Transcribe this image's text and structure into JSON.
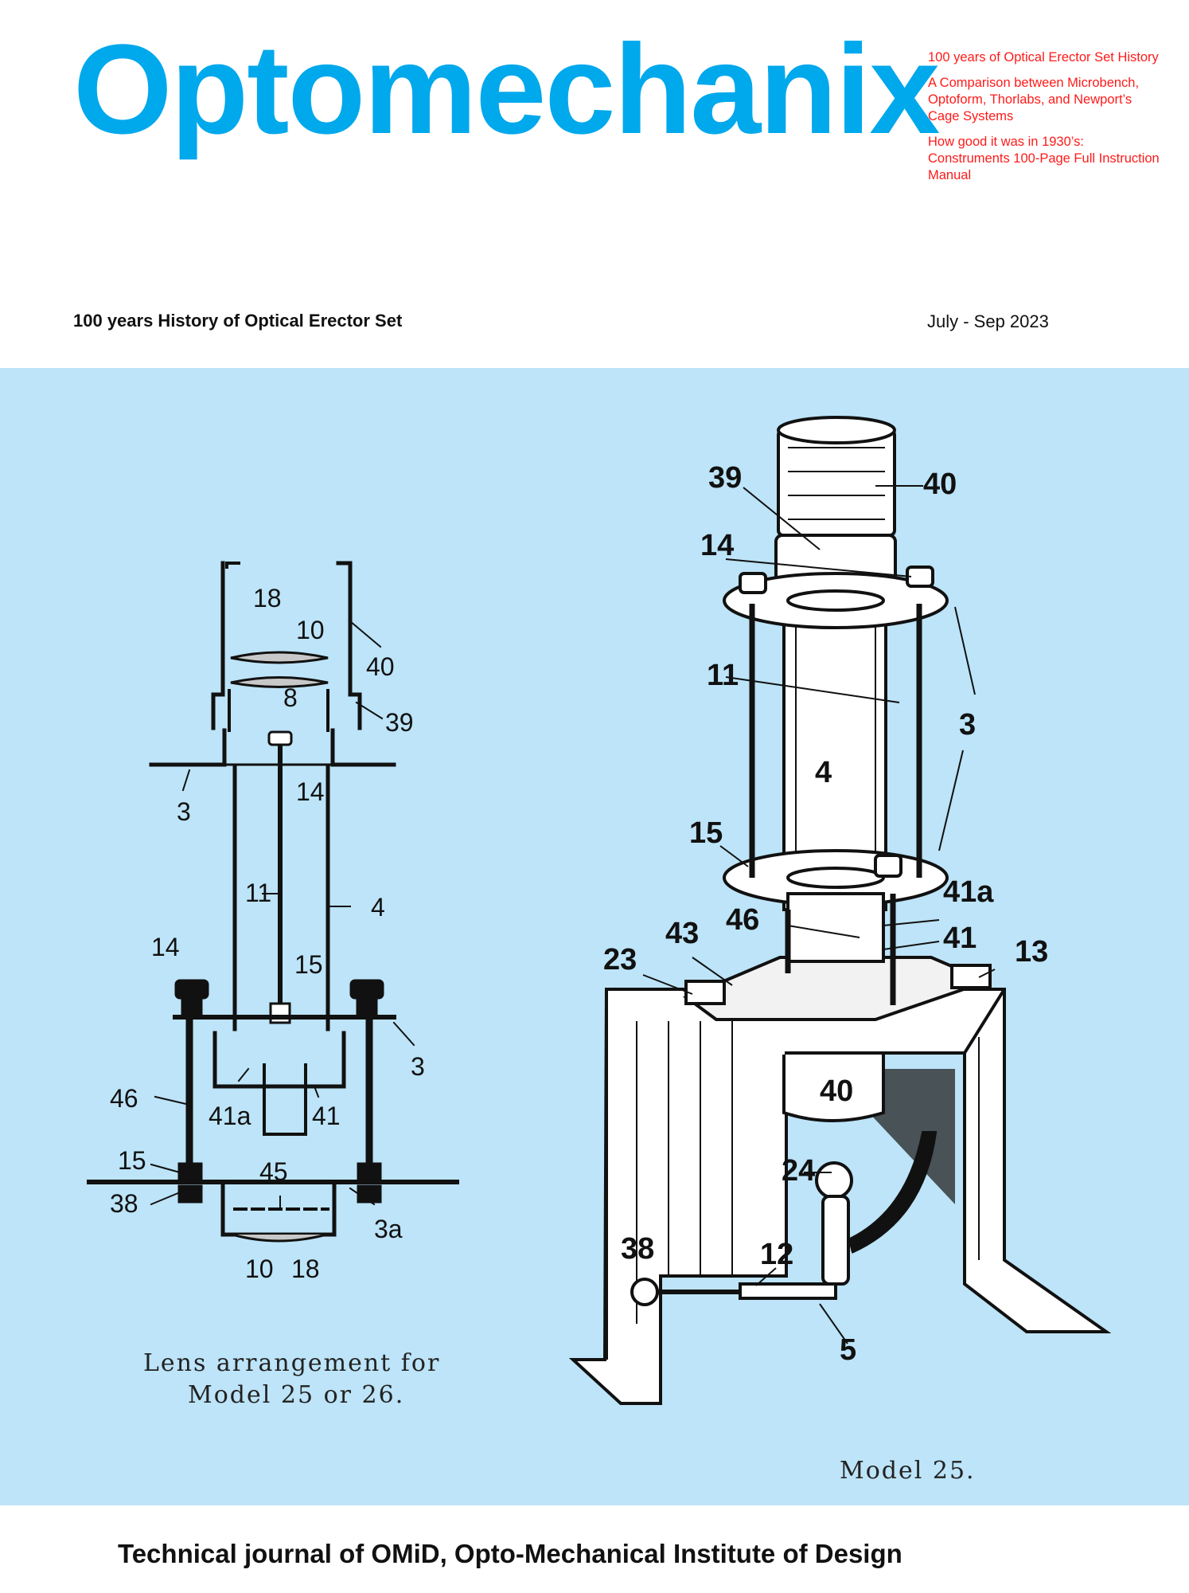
{
  "header": {
    "title": "Optomechanix",
    "subtitle": "100 years History of Optical Erector Set",
    "issue_date": "July - Sep 2023",
    "teasers": [
      "100 years of Optical Erector Set History",
      "A Comparison between Microbench, Optoform, Thorlabs, and Newport’s Cage Systems",
      "How good it was in 1930’s: Construments 100-Page Full Instruction Manual"
    ]
  },
  "left_figure": {
    "caption_line1": "Lens arrangement for",
    "caption_line2": "Model 25 or 26.",
    "labels": {
      "l18a": "18",
      "l10a": "10",
      "l40": "40",
      "l8": "8",
      "l39": "39",
      "l14a": "14",
      "l3a": "3",
      "l11": "11",
      "l4": "4",
      "l14b": "14",
      "l15a": "15",
      "l3b": "3",
      "l46": "46",
      "l41a": "41a",
      "l41": "41",
      "l15b": "15",
      "l45": "45",
      "l38": "38",
      "l3c": "3a",
      "l10b": "10",
      "l18b": "18"
    }
  },
  "right_figure": {
    "caption": "Model 25.",
    "labels": {
      "r39": "39",
      "r40": "40",
      "r14": "14",
      "r11": "11",
      "r3": "3",
      "r4": "4",
      "r15": "15",
      "r41a": "41a",
      "r46": "46",
      "r43": "43",
      "r41": "41",
      "r23": "23",
      "r13": "13",
      "r40b": "40",
      "r24": "24",
      "r38": "38",
      "r12": "12",
      "r5": "5"
    }
  },
  "footer": {
    "text": "Technical journal of OMiD, Opto-Mechanical Institute of Design"
  },
  "colors": {
    "title": "#00a8ec",
    "teasers": "#ff1a1a",
    "panel_background": "#bde4f8"
  }
}
